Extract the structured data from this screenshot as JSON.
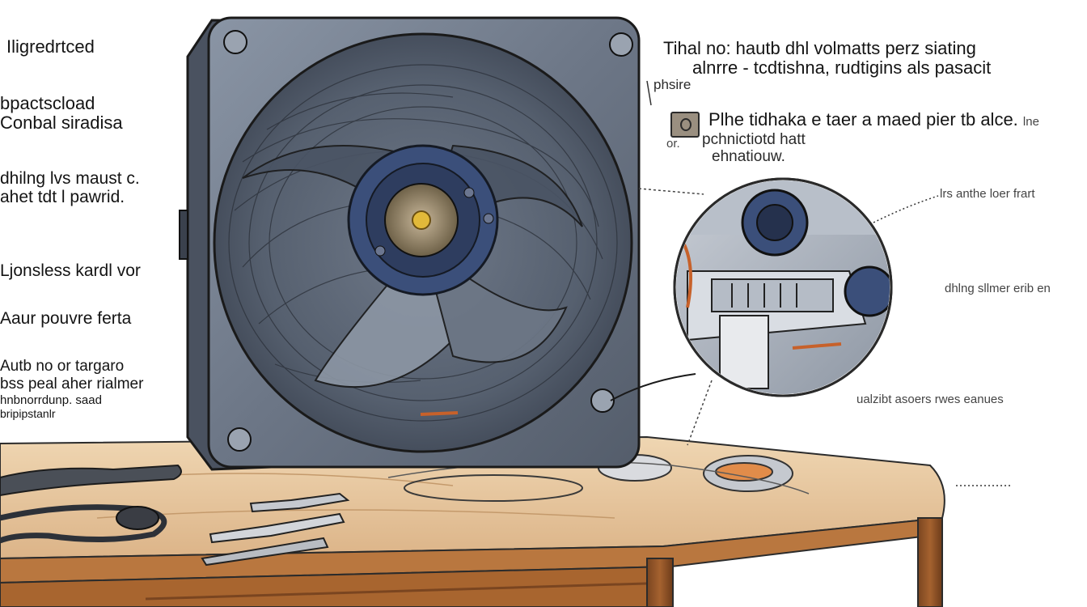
{
  "left_labels": [
    {
      "lines": [
        "Iligredrtced"
      ]
    },
    {
      "lines": [
        "bpactscload",
        "Conbal siradisa"
      ]
    },
    {
      "lines": [
        "dhilng lvs maust c.",
        "ahet tdt l pawrid."
      ]
    },
    {
      "lines": [
        "Ljonsless kardl vor"
      ]
    },
    {
      "lines": [
        "Aaur pouvre ferta"
      ]
    },
    {
      "lines": [
        "Autb no or targaro",
        "bss peal aher rialmer",
        "hnbnorrdunp. saad",
        "bripipstanlr"
      ]
    }
  ],
  "right_header": {
    "line1": "Tihal no: hautb dhl volmatts perz siating",
    "line2": "alnrre - tcdtishna, rudtigins als pasacit",
    "line3": "phsire"
  },
  "right_note": {
    "icon": "tag-icon",
    "line1": "Plhe tidhaka e taer a maed pier tb alce.",
    "line1_suffix": "lne",
    "line2_prefix": "or.",
    "line2": "pchnictiotd hatt",
    "line3": "ehnatiouw."
  },
  "callouts": [
    {
      "text": "lrs anthe loer frart"
    },
    {
      "text": "dhlng sllmer erib en"
    },
    {
      "text": "ualzibt asoers rwes eanues"
    }
  ],
  "colors": {
    "fan_body": "#6f7a8a",
    "fan_dark": "#3e4654",
    "table_top": "#e7c9a1",
    "table_edge": "#9a5a2c",
    "hub_blue": "#3b4f7a",
    "hub_center": "#e2b93a",
    "accent_orange": "#c7612a"
  }
}
